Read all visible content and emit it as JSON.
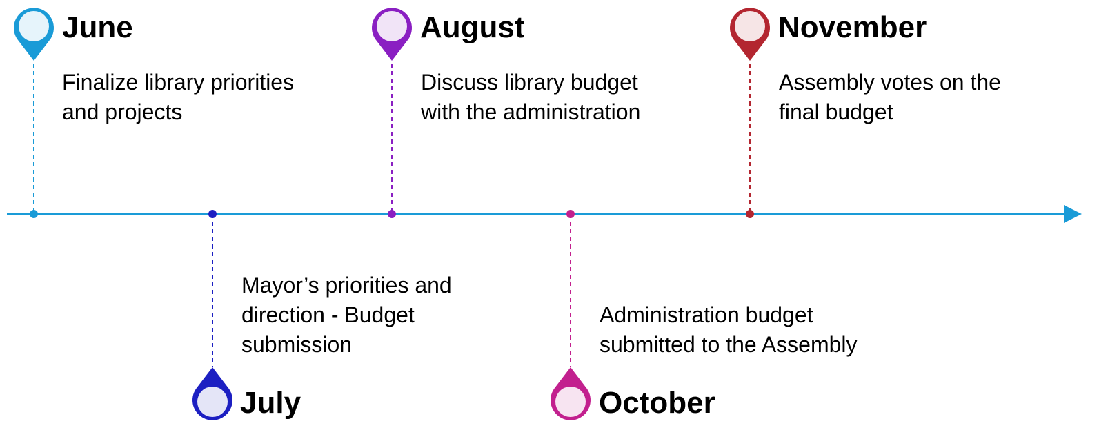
{
  "colors": {
    "axis": "#1a9bd7",
    "june": "#1a9bd7",
    "july": "#1c1fc2",
    "august": "#8a1fc2",
    "october": "#c2208e",
    "november": "#b32630"
  },
  "milestones": [
    {
      "id": "june",
      "month": "June",
      "position": "above",
      "color": "#1a9bd7",
      "fill": "#e6f4fb",
      "description": [
        "Finalize library priorities",
        "and projects"
      ]
    },
    {
      "id": "july",
      "month": "July",
      "position": "below",
      "color": "#1c1fc2",
      "fill": "#e4e5f7",
      "description": [
        "Mayor’s priorities and",
        "direction - Budget",
        "submission"
      ]
    },
    {
      "id": "august",
      "month": "August",
      "position": "above",
      "color": "#8a1fc2",
      "fill": "#f1e4f7",
      "description": [
        "Discuss library budget",
        "with the administration"
      ]
    },
    {
      "id": "october",
      "month": "October",
      "position": "below",
      "color": "#c2208e",
      "fill": "#f7e4f1",
      "description": [
        "Administration budget",
        "submitted to the Assembly"
      ]
    },
    {
      "id": "november",
      "month": "November",
      "position": "above",
      "color": "#b32630",
      "fill": "#f6e5e6",
      "description": [
        "Assembly votes on the",
        "final budget"
      ]
    }
  ]
}
